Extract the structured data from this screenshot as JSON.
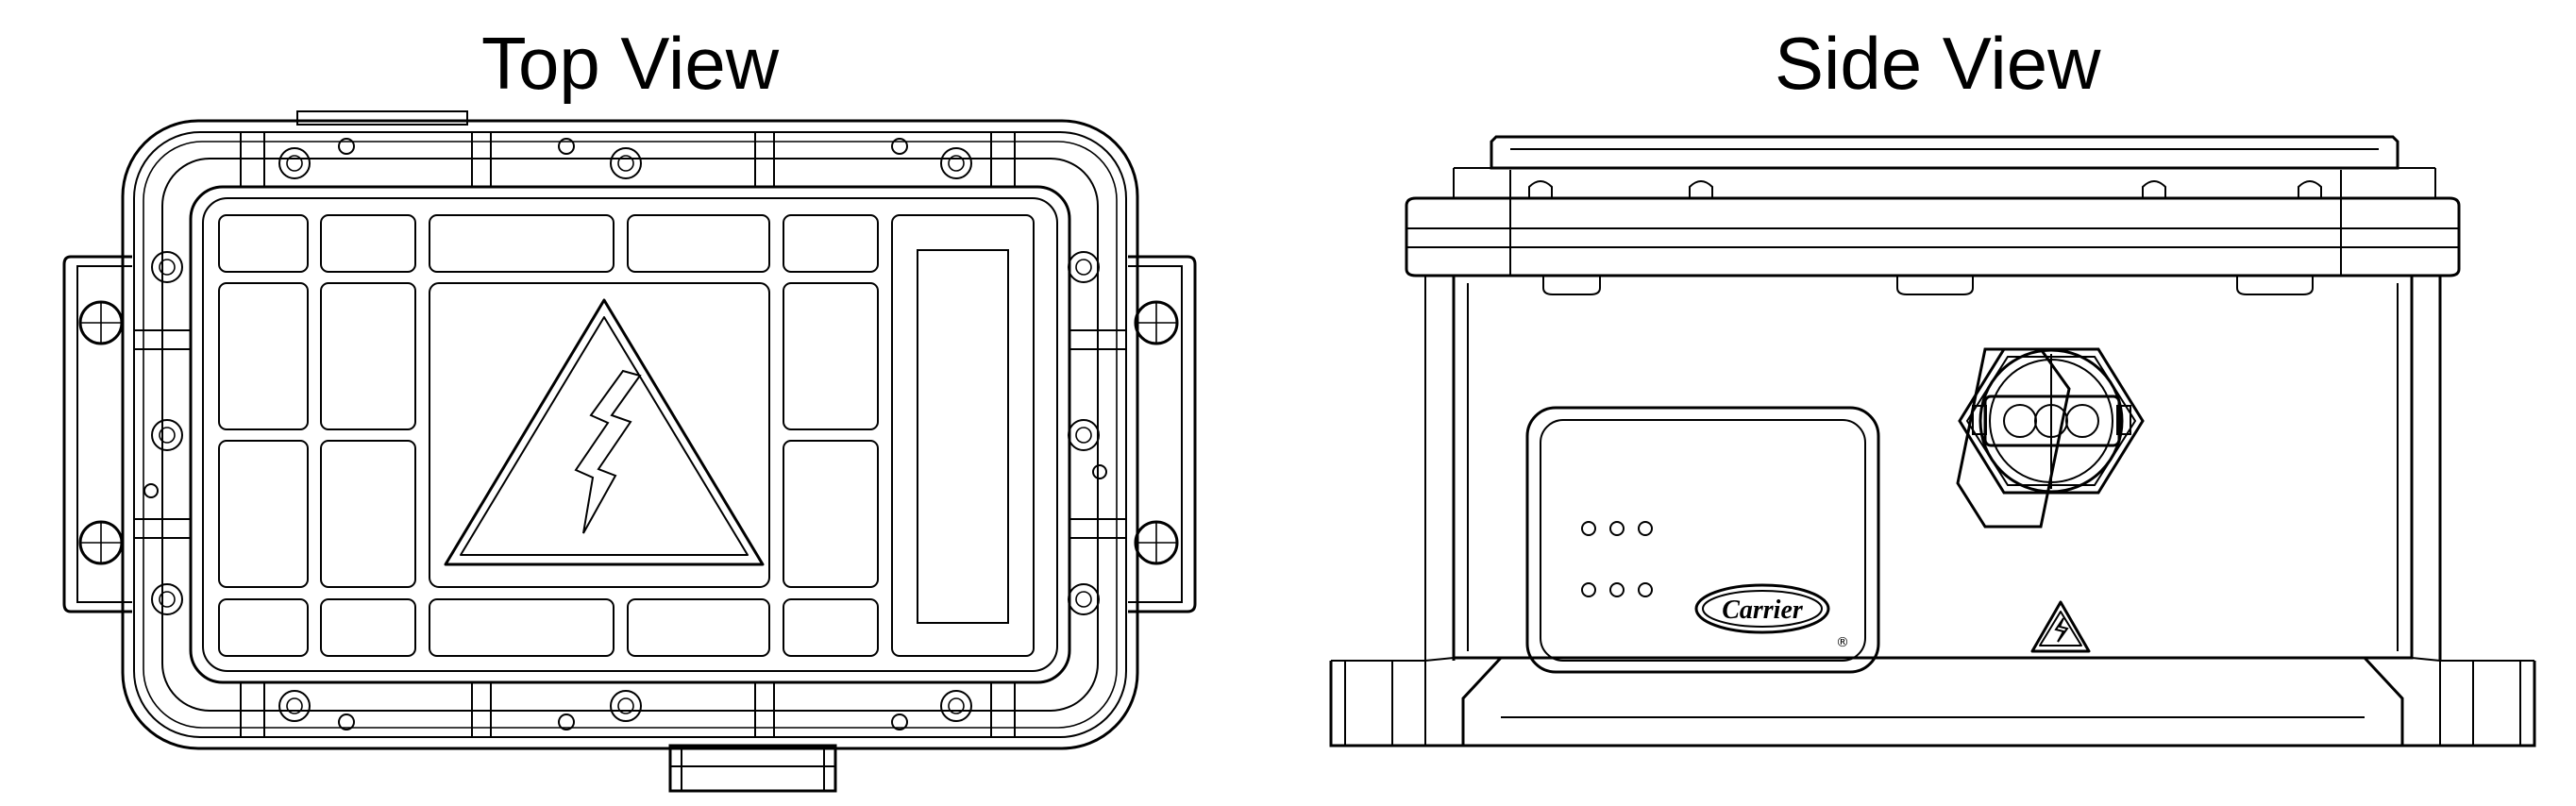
{
  "views": {
    "top": {
      "title": "Top View"
    },
    "side": {
      "title": "Side View"
    }
  },
  "brand": {
    "logo_text": "Carrier",
    "registered_mark": "®"
  },
  "icons": {
    "hazard": "high-voltage-warning-icon",
    "connector": "connector-port-icon",
    "screw": "screw-head-icon",
    "mount": "mounting-hole-icon"
  },
  "colors": {
    "line": "#000000",
    "background": "#ffffff"
  }
}
